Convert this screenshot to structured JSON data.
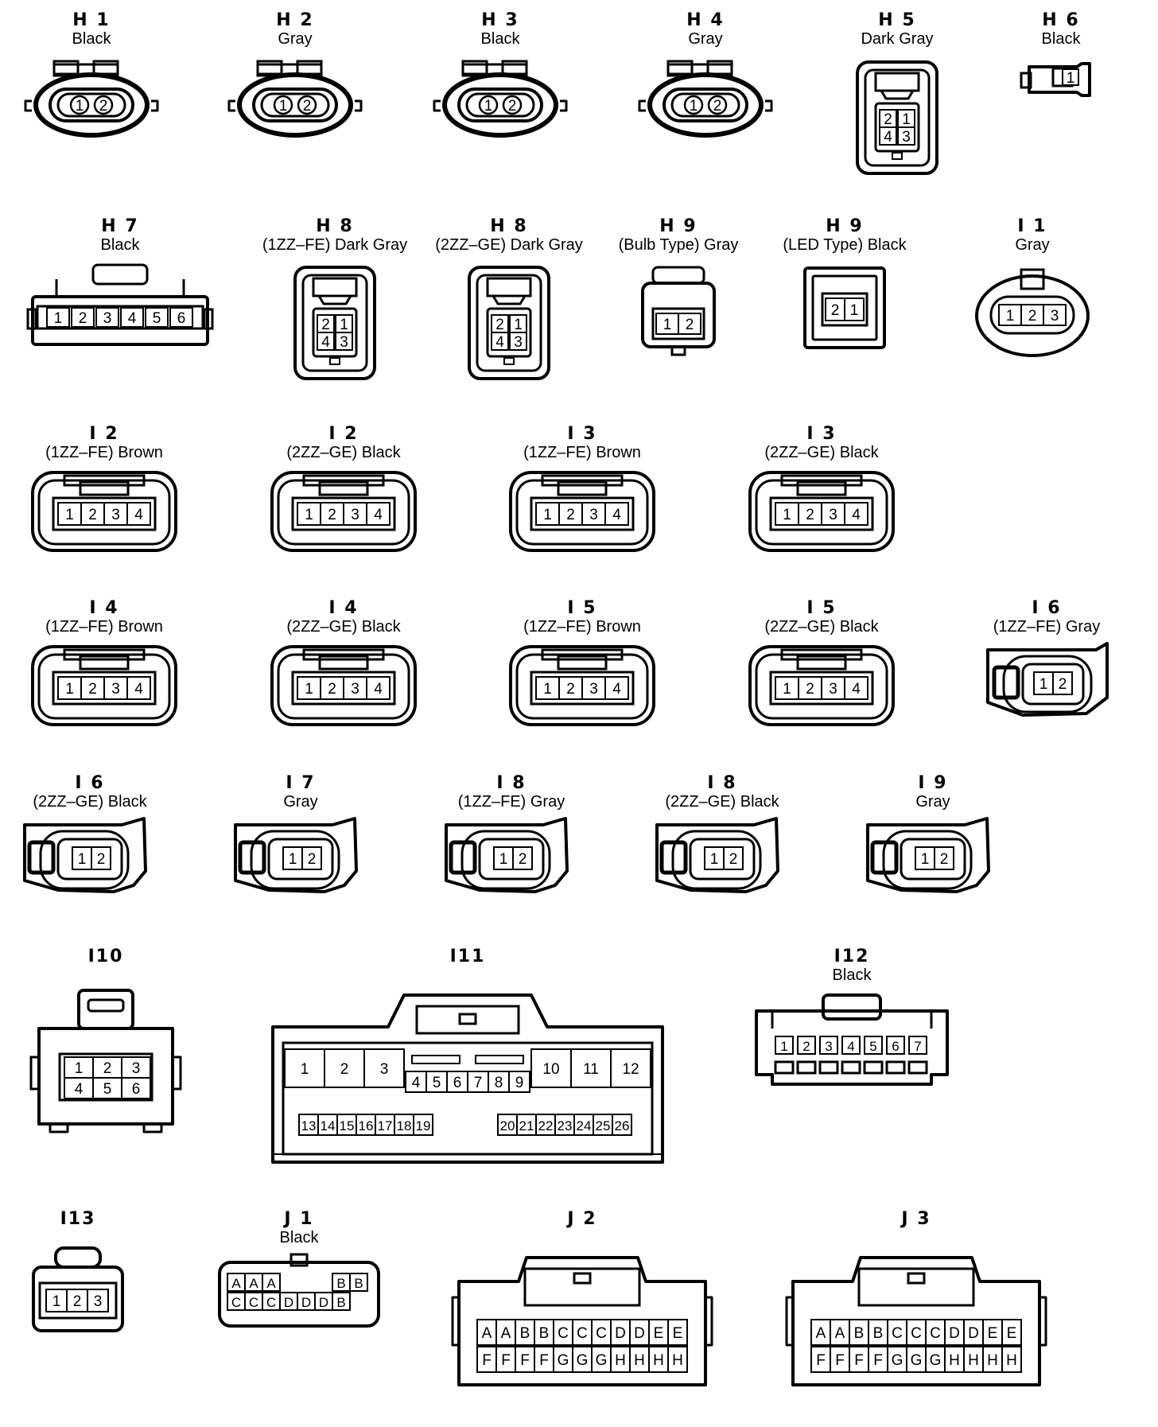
{
  "connectors": [
    {
      "id": "H 1",
      "label": "Black",
      "pins": [
        "1",
        "2"
      ]
    },
    {
      "id": "H 2",
      "label": "Gray",
      "pins": [
        "1",
        "2"
      ]
    },
    {
      "id": "H 3",
      "label": "Black",
      "pins": [
        "1",
        "2"
      ]
    },
    {
      "id": "H 4",
      "label": "Gray",
      "pins": [
        "1",
        "2"
      ]
    },
    {
      "id": "H 5",
      "label": "Dark Gray",
      "pins": [
        "2",
        "1",
        "4",
        "3"
      ]
    },
    {
      "id": "H 6",
      "label": "Black",
      "pins": [
        "1"
      ]
    },
    {
      "id": "H 7",
      "label": "Black",
      "pins": [
        "1",
        "2",
        "3",
        "4",
        "5",
        "6"
      ]
    },
    {
      "id": "H 8",
      "label": "(1ZZ–FE)  Dark Gray",
      "pins": [
        "2",
        "1",
        "4",
        "3"
      ]
    },
    {
      "id": "H 8",
      "label": "(2ZZ–GE)  Dark Gray",
      "pins": [
        "2",
        "1",
        "4",
        "3"
      ]
    },
    {
      "id": "H 9",
      "label": "(Bulb Type)  Gray",
      "pins": [
        "1",
        "2"
      ]
    },
    {
      "id": "H 9",
      "label": "(LED Type)  Black",
      "pins": [
        "2",
        "1"
      ]
    },
    {
      "id": "I 1",
      "label": "Gray",
      "pins": [
        "1",
        "2",
        "3"
      ]
    },
    {
      "id": "I 2",
      "label": "(1ZZ–FE)  Brown",
      "pins": [
        "1",
        "2",
        "3",
        "4"
      ]
    },
    {
      "id": "I 2",
      "label": "(2ZZ–GE)  Black",
      "pins": [
        "1",
        "2",
        "3",
        "4"
      ]
    },
    {
      "id": "I 3",
      "label": "(1ZZ–FE)  Brown",
      "pins": [
        "1",
        "2",
        "3",
        "4"
      ]
    },
    {
      "id": "I 3",
      "label": "(2ZZ–GE)  Black",
      "pins": [
        "1",
        "2",
        "3",
        "4"
      ]
    },
    {
      "id": "I 4",
      "label": "(1ZZ–FE)  Brown",
      "pins": [
        "1",
        "2",
        "3",
        "4"
      ]
    },
    {
      "id": "I 4",
      "label": "(2ZZ–GE)  Black",
      "pins": [
        "1",
        "2",
        "3",
        "4"
      ]
    },
    {
      "id": "I 5",
      "label": "(1ZZ–FE)  Brown",
      "pins": [
        "1",
        "2",
        "3",
        "4"
      ]
    },
    {
      "id": "I 5",
      "label": "(2ZZ–GE)  Black",
      "pins": [
        "1",
        "2",
        "3",
        "4"
      ]
    },
    {
      "id": "I 6",
      "label": "(1ZZ–FE)  Gray",
      "pins": [
        "1",
        "2"
      ]
    },
    {
      "id": "I 6",
      "label": "(2ZZ–GE)  Black",
      "pins": [
        "1",
        "2"
      ]
    },
    {
      "id": "I 7",
      "label": "Gray",
      "pins": [
        "1",
        "2"
      ]
    },
    {
      "id": "I 8",
      "label": "(1ZZ–FE)  Gray",
      "pins": [
        "1",
        "2"
      ]
    },
    {
      "id": "I 8",
      "label": "(2ZZ–GE)  Black",
      "pins": [
        "1",
        "2"
      ]
    },
    {
      "id": "I 9",
      "label": "Gray",
      "pins": [
        "1",
        "2"
      ]
    },
    {
      "id": "I10",
      "label": "",
      "pins": [
        "1",
        "2",
        "3",
        "4",
        "5",
        "6"
      ]
    },
    {
      "id": "I11",
      "label": "",
      "pins": [
        "1",
        "2",
        "3",
        "4",
        "5",
        "6",
        "7",
        "8",
        "9",
        "10",
        "11",
        "12",
        "13",
        "14",
        "15",
        "16",
        "17",
        "18",
        "19",
        "20",
        "21",
        "22",
        "23",
        "24",
        "25",
        "26"
      ]
    },
    {
      "id": "I12",
      "label": "Black",
      "pins": [
        "1",
        "2",
        "3",
        "4",
        "5",
        "6",
        "7"
      ]
    },
    {
      "id": "I13",
      "label": "",
      "pins": [
        "1",
        "2",
        "3"
      ]
    },
    {
      "id": "J 1",
      "label": "Black",
      "pins": [
        "A",
        "A",
        "A",
        "B",
        "B",
        "C",
        "C",
        "C",
        "D",
        "D",
        "D",
        "B"
      ]
    },
    {
      "id": "J 2",
      "label": "",
      "pins": [
        "A",
        "A",
        "B",
        "B",
        "C",
        "C",
        "C",
        "D",
        "D",
        "E",
        "E",
        "F",
        "F",
        "F",
        "F",
        "G",
        "G",
        "G",
        "H",
        "H",
        "H",
        "H"
      ]
    },
    {
      "id": "J 3",
      "label": "",
      "pins": [
        "A",
        "A",
        "B",
        "B",
        "C",
        "C",
        "C",
        "D",
        "D",
        "E",
        "E",
        "F",
        "F",
        "F",
        "F",
        "G",
        "G",
        "G",
        "H",
        "H",
        "H",
        "H"
      ]
    }
  ]
}
